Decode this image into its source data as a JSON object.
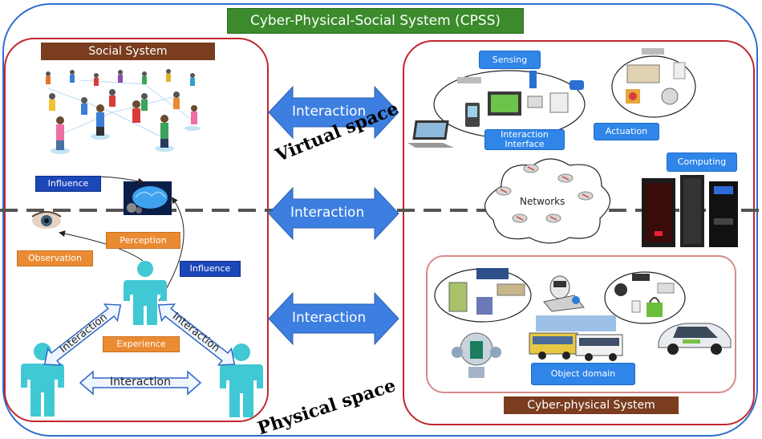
{
  "title": "Cyber-Physical-Social System (CPSS)",
  "social_system": {
    "title": "Social System",
    "labels": {
      "influence_top": "Influence",
      "perception": "Perception",
      "observation": "Observation",
      "influence_right": "Influence",
      "experience": "Experience",
      "interaction_left": "Interaction",
      "interaction_right": "Interaction",
      "interaction_bottom": "Interaction"
    }
  },
  "middle": {
    "interaction_top": "Interaction",
    "interaction_mid": "Interaction",
    "interaction_bottom": "Interaction",
    "virtual_space": "Virtual space",
    "physical_space": "Physical space"
  },
  "cyber_physical": {
    "title": "Cyber-physical System",
    "sensing": "Sensing",
    "interaction_interface": "Interaction Interface",
    "actuation": "Actuation",
    "computing": "Computing",
    "networks": "Networks",
    "object_domain": "Object domain"
  },
  "colors": {
    "outer_border": "#2d6fd1",
    "panel_border": "#c0262c",
    "title_green": "#3b8b2c",
    "title_brown": "#7a3d1f",
    "tag_blue": "#1c47b9",
    "tag_orange": "#ea8b33",
    "person": "#40c8d4",
    "arrow_blue": "#3d7fe0"
  }
}
